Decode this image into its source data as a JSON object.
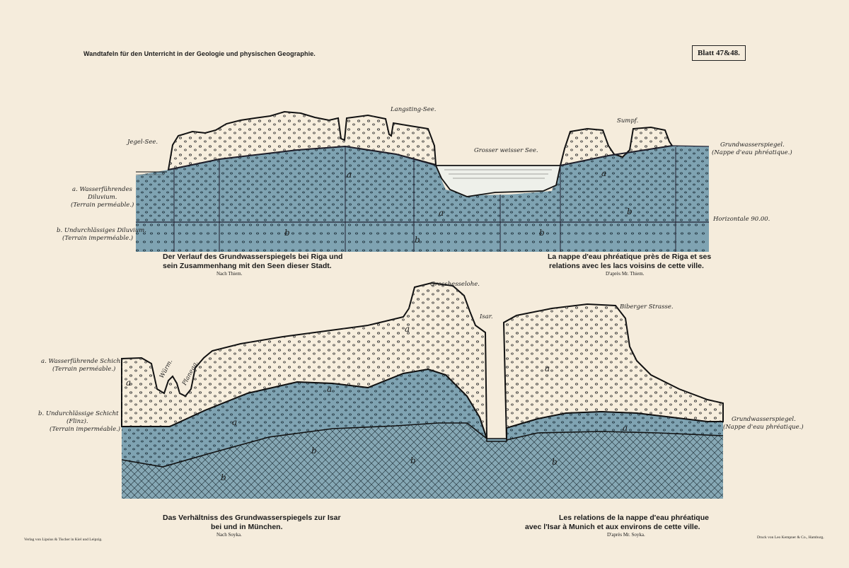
{
  "header": {
    "series_title": "Wandtafeln für den Unterricht in der Geologie und physischen Geographie.",
    "sheet": "Blatt 47&48."
  },
  "top_diagram": {
    "places": {
      "jegel": "Jegel-See.",
      "langsting": "Langsting-See.",
      "grosser": "Grosser weisser See.",
      "sumpf": "Sumpf."
    },
    "water_table_label": [
      "Grundwasserspiegel.",
      "(Nappe d'eau phréatique.)"
    ],
    "horizontal_label": "Horizontale 90.00.",
    "legend": {
      "a": [
        "a. Wasserführendes",
        "Diluvium.",
        "(Terrain perméable.)"
      ],
      "b": [
        "b. Undurchlässiges Diluvium.",
        "(Terrain imperméable.)"
      ]
    },
    "caption_de": [
      "Der Verlauf des Grundwasserspiegels bei Riga und",
      "sein Zusammenhang mit den Seen dieser Stadt."
    ],
    "source_de": "Nach Thiem.",
    "caption_fr": [
      "La nappe d'eau phréatique près de Riga et ses",
      "relations avec les lacs voisins de cette ville."
    ],
    "source_fr": "D'après Mr. Thiem.",
    "letters": [
      "a",
      "a",
      "a",
      "b",
      "b",
      "b",
      "b"
    ]
  },
  "bottom_diagram": {
    "places": {
      "grosshesselohe": "Grosshesselohe.",
      "isar": "Isar.",
      "biberger": "Biberger Strasse.",
      "wurm": "Würm.",
      "planegg": "Planegg."
    },
    "water_table_label": [
      "Grundwasserspiegel.",
      "(Nappe d'eau phréatique.)"
    ],
    "legend": {
      "a": [
        "a. Wasserführende Schicht.",
        "(Terrain perméable.)"
      ],
      "b": [
        "b. Undurchlässige Schicht",
        "(Flinz).",
        "(Terrain imperméable.)"
      ]
    },
    "caption_de": [
      "Das Verhältniss des Grundwasserspiegels zur Isar",
      "bei und in München."
    ],
    "source_de": "Nach Soyka.",
    "caption_fr": [
      "Les relations de la nappe d'eau phréatique",
      "avec l'Isar à Munich et aux environs de cette ville."
    ],
    "source_fr": "D'après Mr. Soyka.",
    "letters": [
      "a",
      "a",
      "a",
      "a",
      "a",
      "a",
      "b",
      "b",
      "b",
      "b"
    ]
  },
  "footer": {
    "publisher": "Verlag von Lipsius & Tischer in Kiel und Leipzig.",
    "printer": "Druck von Leo Kempner & Co., Hamburg."
  },
  "colors": {
    "paper": "#f5ecdc",
    "sand": "#f7eedd",
    "water_bearing": "#7fa3b2",
    "impermeable": "#86a8b5",
    "lake": "#eef0ea"
  }
}
